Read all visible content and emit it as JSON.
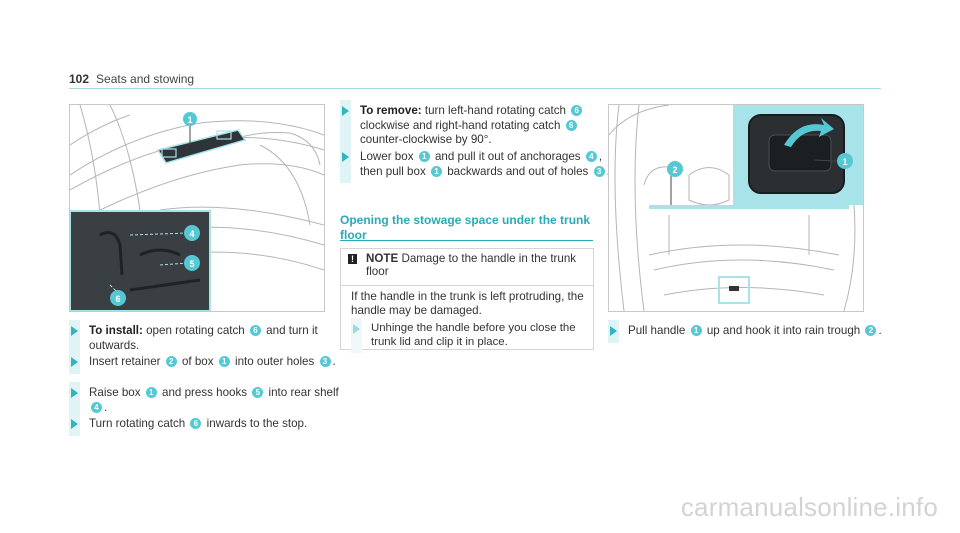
{
  "header": {
    "page_number": "102",
    "section": "Seats and stowing"
  },
  "figure1": {
    "callouts": [
      "1",
      "4",
      "5",
      "6"
    ]
  },
  "figure2": {
    "callouts": [
      "2",
      "1"
    ]
  },
  "install_steps": [
    {
      "lead": "To install:",
      "parts": [
        " open rotating catch ",
        {
          "n": "6"
        },
        " and turn it outwards."
      ]
    },
    {
      "lead": "",
      "parts": [
        "Insert retainer ",
        {
          "n": "2"
        },
        " of box ",
        {
          "n": "1"
        },
        " into outer holes ",
        {
          "n": "3"
        },
        "."
      ]
    },
    {
      "lead": "",
      "parts": [
        "Raise box ",
        {
          "n": "1"
        },
        " and press hooks ",
        {
          "n": "5"
        },
        " into rear shelf ",
        {
          "n": "4"
        },
        "."
      ]
    },
    {
      "lead": "",
      "parts": [
        "Turn rotating catch ",
        {
          "n": "6"
        },
        " inwards to the stop."
      ]
    }
  ],
  "remove_steps": [
    {
      "lead": "To remove:",
      "parts": [
        " turn left-hand rotating catch ",
        {
          "n": "6"
        },
        " clockwise and right-hand rotating catch ",
        {
          "n": "6"
        },
        " counter-clockwise by 90°."
      ]
    },
    {
      "lead": "",
      "parts": [
        "Lower box ",
        {
          "n": "1"
        },
        " and pull it out of anchorages ",
        {
          "n": "4"
        },
        ", then pull box ",
        {
          "n": "1"
        },
        " backwards and out of holes ",
        {
          "n": "3"
        },
        "."
      ]
    }
  ],
  "section_title": "Opening the stowage space under the trunk floor",
  "note": {
    "icon": "!",
    "label": "NOTE",
    "text": " Damage to the handle in the trunk floor",
    "body": "If the handle in the trunk is left protruding, the handle may be damaged.",
    "step": "Unhinge the handle before you close the trunk lid and clip it in place."
  },
  "open_steps": [
    {
      "lead": "",
      "parts": [
        "Pull handle ",
        {
          "n": "1"
        },
        " up and hook it into rain trough ",
        {
          "n": "2"
        },
        "."
      ]
    }
  ],
  "watermark": "carmanualsonline.info",
  "colors": {
    "accent": "#2aa9b6",
    "callout": "#54c9d3",
    "highlight": "#a7e3e8"
  }
}
